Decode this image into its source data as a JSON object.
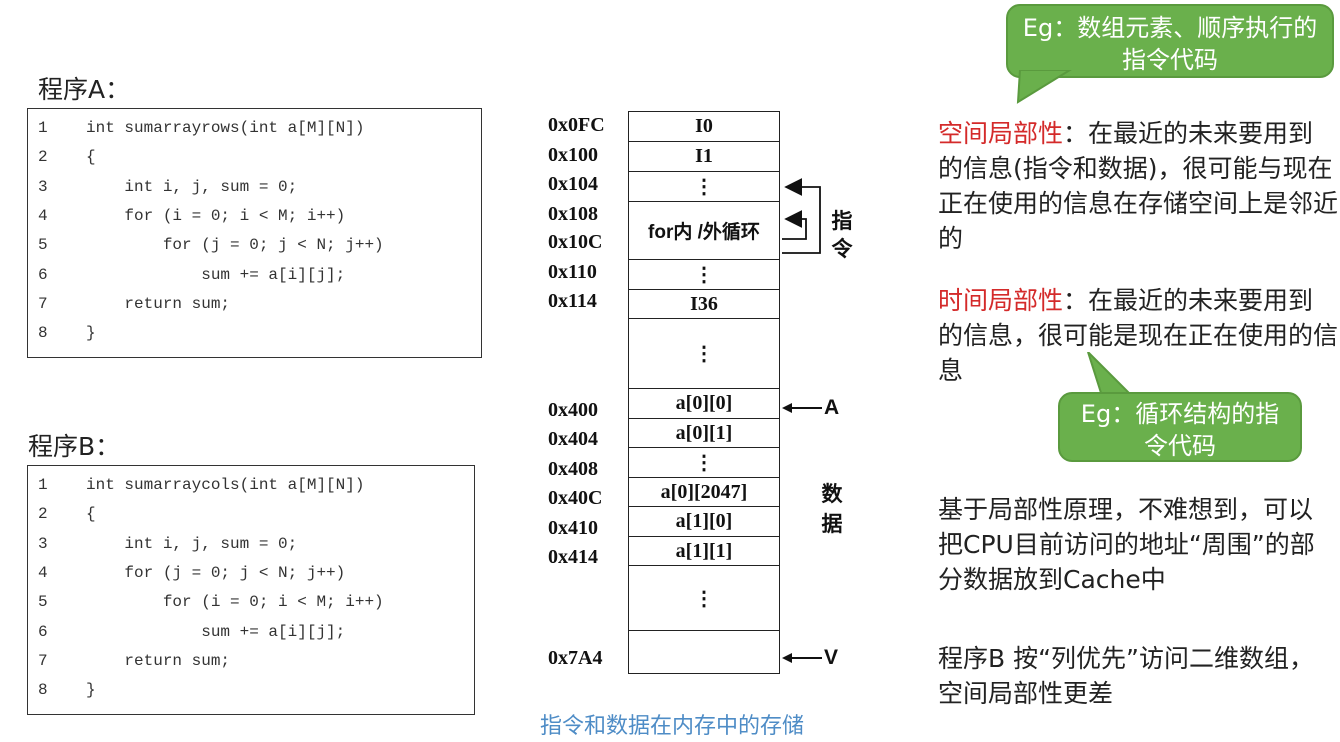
{
  "programA": {
    "title": "程序A：",
    "lines": [
      {
        "n": "1",
        "code": "int sumarrayrows(int a[M][N])"
      },
      {
        "n": "2",
        "code": "{"
      },
      {
        "n": "3",
        "code": "    int i, j, sum = 0;"
      },
      {
        "n": "4",
        "code": "    for (i = 0; i < M; i++)"
      },
      {
        "n": "5",
        "code": "        for (j = 0; j < N; j++)"
      },
      {
        "n": "6",
        "code": "            sum += a[i][j];"
      },
      {
        "n": "7",
        "code": "    return sum;"
      },
      {
        "n": "8",
        "code": "}"
      }
    ]
  },
  "programB": {
    "title": "程序B：",
    "lines": [
      {
        "n": "1",
        "code": "int sumarraycols(int a[M][N])"
      },
      {
        "n": "2",
        "code": "{"
      },
      {
        "n": "3",
        "code": "    int i, j, sum = 0;"
      },
      {
        "n": "4",
        "code": "    for (j = 0; j < N; j++)"
      },
      {
        "n": "5",
        "code": "        for (i = 0; i < M; i++)"
      },
      {
        "n": "6",
        "code": "            sum += a[i][j];"
      },
      {
        "n": "7",
        "code": "    return sum;"
      },
      {
        "n": "8",
        "code": "}"
      }
    ]
  },
  "memory": {
    "addresses": [
      "0x0FC",
      "0x100",
      "0x104",
      "0x108",
      "0x10C",
      "0x110",
      "0x114",
      "0x400",
      "0x404",
      "0x408",
      "0x40C",
      "0x410",
      "0x414",
      "0x7A4"
    ],
    "cells": [
      "I0",
      "I1",
      "⋮",
      "for内 /外循环",
      "⋮",
      "I36",
      "⋮",
      "a[0][0]",
      "a[0][1]",
      "⋮",
      "a[0][2047]",
      "a[1][0]",
      "a[1][1]",
      "⋮",
      ""
    ],
    "label_instr": "指令",
    "label_data": "数据",
    "pointer_A": "A",
    "pointer_V": "V",
    "caption": "指令和数据在内存中的存储"
  },
  "right": {
    "bubble1": "Eg：数组元素、顺序执行的指令代码",
    "spatial_term": "空间局部性",
    "spatial_rest": "：在最近的未来要用到的信息(指令和数据)，很可能与现在正在使用的信息在存储空间上是邻近的",
    "temporal_term": "时间局部性",
    "temporal_rest": "：在最近的未来要用到的信息，很可能是现在正在使用的信息",
    "bubble2": "Eg：循环结构的指令代码",
    "para3": "基于局部性原理，不难想到，可以把CPU目前访问的地址“周围”的部分数据放到Cache中",
    "para4": "程序B 按“列优先”访问二维数组，空间局部性更差"
  },
  "colors": {
    "bubble_green": "#6ab04c",
    "term_red": "#d42a2a",
    "caption_blue": "#4e8cc6"
  }
}
